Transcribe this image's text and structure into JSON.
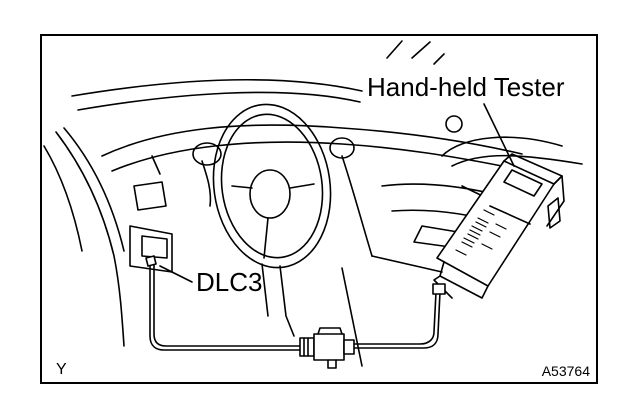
{
  "labels": {
    "tester": "Hand-held Tester",
    "connector": "DLC3",
    "corner": "Y",
    "figure_id": "A53764"
  }
}
